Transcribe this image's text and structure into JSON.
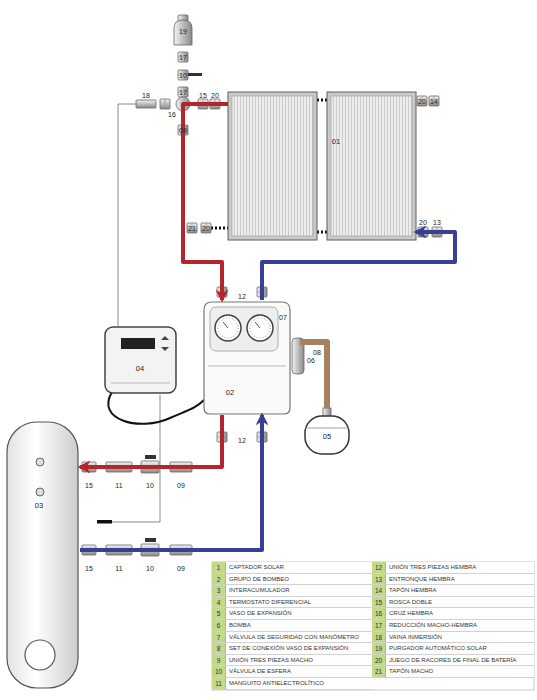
{
  "diagram": {
    "nodes": [
      {
        "text": [
          "01"
        ]
      },
      {
        "text": [
          "02"
        ]
      },
      {
        "text": [
          "04"
        ]
      },
      {
        "text": [
          "05"
        ]
      },
      {
        "text": [
          "03"
        ]
      }
    ],
    "edges": [
      {
        "from": 0,
        "to": 1,
        "arrow": "to"
      },
      {
        "from": 1,
        "to": 0,
        "arrow": "to"
      },
      {
        "from": 1,
        "to": 4,
        "arrow": "to"
      },
      {
        "from": 4,
        "to": 1,
        "arrow": "to"
      },
      {
        "from": 1,
        "to": 3,
        "arrow": "none"
      }
    ],
    "labels": [
      "19",
      "17",
      "10",
      "17",
      "18",
      "16",
      "15",
      "20",
      "09",
      "20",
      "14",
      "21",
      "20",
      "20",
      "13",
      "12",
      "07",
      "08",
      "06",
      "12",
      "15",
      "11",
      "10",
      "09",
      "15",
      "11",
      "10",
      "09",
      "1",
      "CAPTADOR SOLAR",
      "2",
      "GRUPO DE BOMBEO",
      "3",
      "INTERACUMULADOR",
      "4",
      "TERMOSTATO DIFERENCIAL",
      "5",
      "VASO DE EXPANSIÓN",
      "6",
      "BOMBA",
      "7",
      "VÁLVULA DE SEGURIDAD CON MANÓMETRO",
      "8",
      "SET DE CONEXIÓN VASO DE EXPANSIÓN",
      "9",
      "UNIÓN TRES PIEZAS MACHO",
      "10",
      "VÁLVULA DE ESFERA",
      "11",
      "MANGUITO ANTIELECTROLÍTICO",
      "12",
      "UNIÓN TRES PIEZAS HEMBRA",
      "13",
      "ENTRONQUE HEMBRA",
      "14",
      "TAPÓN HEMBRA",
      "15",
      "ROSCA DOBLE",
      "16",
      "CRUZ HEMBRA",
      "17",
      "REDUCCIÓN MACHO-HEMBRA",
      "18",
      "VAINA INMERSIÓN",
      "19",
      "PURGADOR AUTOMÁTICO SOLAR",
      "20",
      "JUEGO DE RACORES DE FINAL DE BATERÍA",
      "21",
      "TAPÓN MACHO"
    ]
  }
}
